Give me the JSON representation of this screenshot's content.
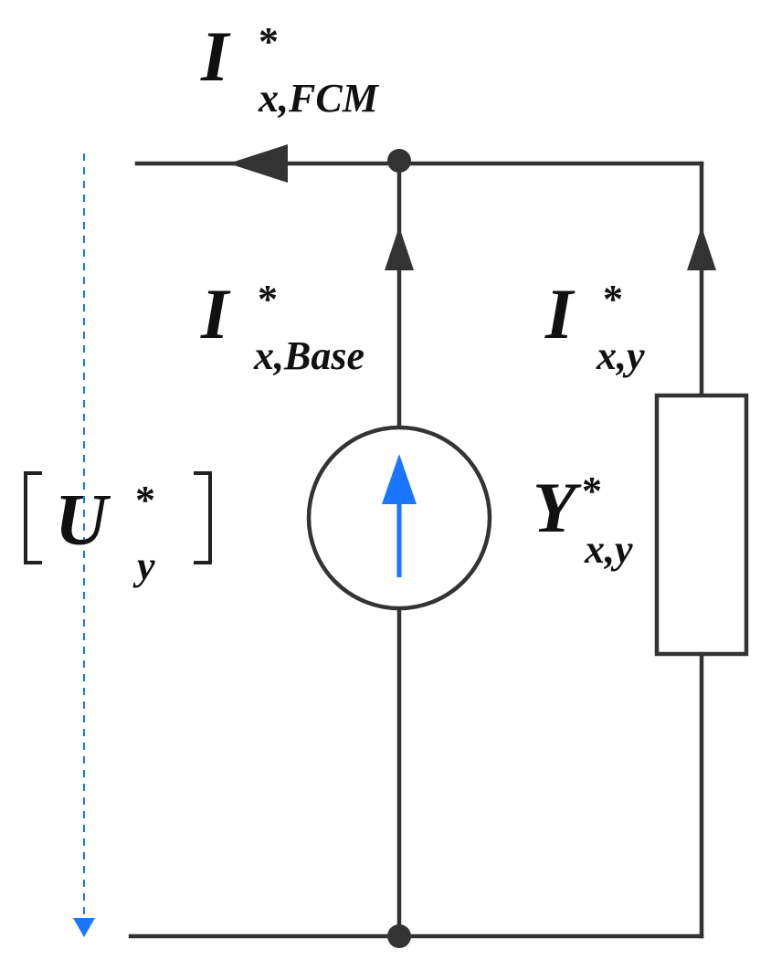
{
  "labels": {
    "i_fcm": {
      "main": "I",
      "star": "*",
      "sub": "x,FCM"
    },
    "i_base": {
      "main": "I",
      "star": "*",
      "sub": "x,Base"
    },
    "i_xy": {
      "main": "I",
      "star": "*",
      "sub": "x,y"
    },
    "y_xy": {
      "main": "Y",
      "star": "*",
      "sub": "x,y"
    },
    "u_y": {
      "main": "U",
      "star": "*",
      "sub": "y"
    }
  },
  "colors": {
    "wire": "#333333",
    "source_arrow": "#1a75ff",
    "voltage_arrow": "#1a75ff"
  },
  "icons": {
    "current_source": "current-source-icon",
    "admittance": "resistor-icon"
  }
}
